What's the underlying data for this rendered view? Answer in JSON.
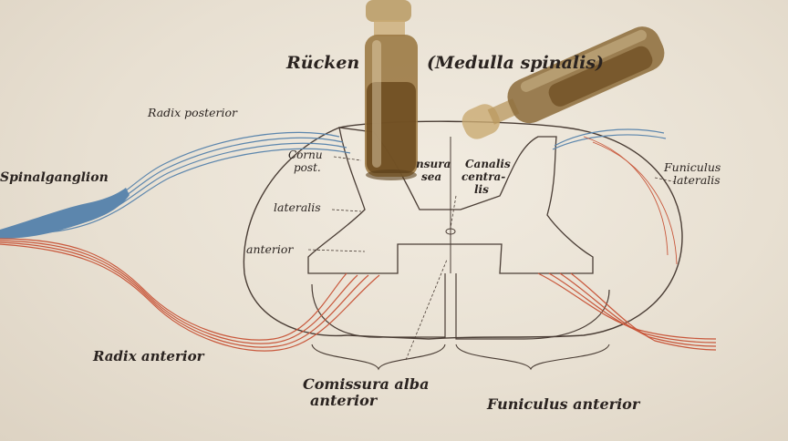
{
  "labels": {
    "title_left": "Rücken",
    "title_right": "(Medulla spinalis)",
    "radix_posterior": "Radix posterior",
    "spinalganglion": "Spinalganglion",
    "cornu_post_1": "Cornu",
    "cornu_post_2": "post.",
    "lateralis": "lateralis",
    "anterior": "anterior",
    "commissura_1": "nsura",
    "commissura_2": "sea",
    "canalis_1": "Canalis",
    "canalis_2": "centra-",
    "canalis_3": "lis",
    "funiculus_lateralis_1": "Funiculus",
    "funiculus_lateralis_2": "lateralis",
    "radix_anterior": "Radix anterior",
    "comissura_alba_1": "Comissura alba",
    "comissura_alba_2": "anterior",
    "funiculus_anterior": "Funiculus anterior"
  },
  "colors": {
    "paper": "#ece5d8",
    "ink": "#3b302a",
    "sensory_nerve": "#5c86ad",
    "motor_nerve": "#c8573b",
    "ampoule_glass": "#8a6a3a",
    "ampoule_liquid": "#6b4a1e"
  }
}
